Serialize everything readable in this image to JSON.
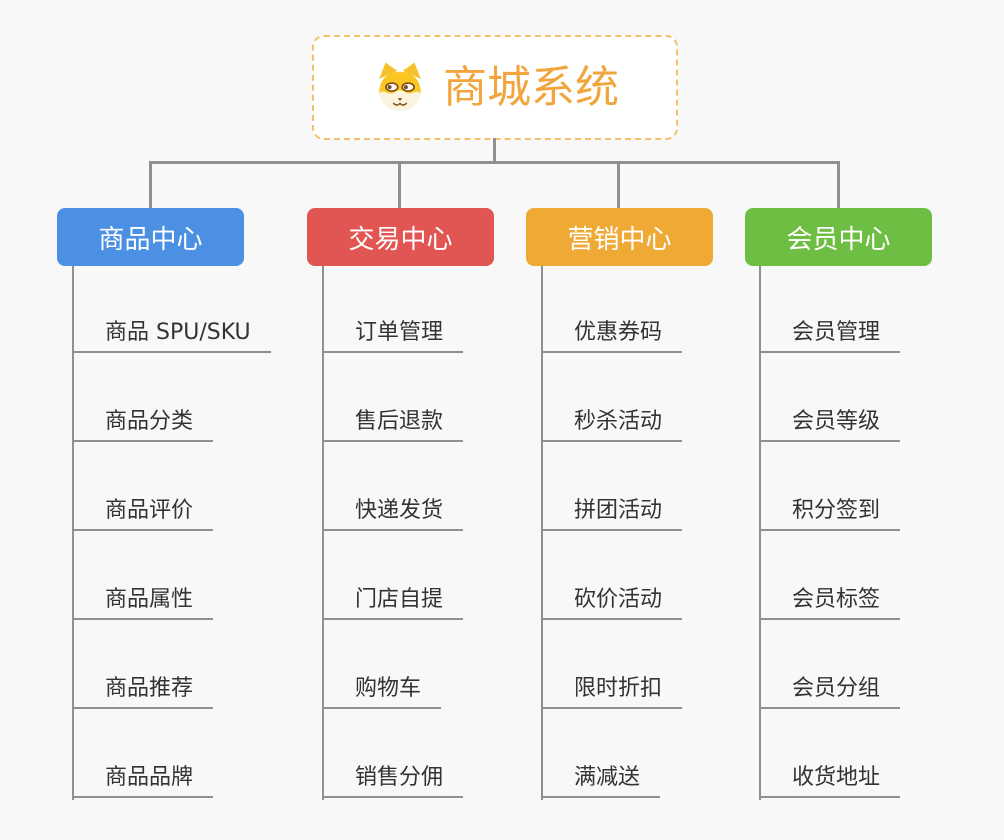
{
  "canvas": {
    "background": "#F8F8F8",
    "line_color": "#909090"
  },
  "root": {
    "title": "商城系统",
    "icon": "dog-icon",
    "text_color": "#F2A53C",
    "border_color": "#F3C06B",
    "background": "#FFFFFF"
  },
  "branches": [
    {
      "label": "商品中心",
      "color": "#4B90E2",
      "items": [
        "商品 SPU/SKU",
        "商品分类",
        "商品评价",
        "商品属性",
        "商品推荐",
        "商品品牌"
      ]
    },
    {
      "label": "交易中心",
      "color": "#E15652",
      "items": [
        "订单管理",
        "售后退款",
        "快递发货",
        "门店自提",
        "购物车",
        "销售分佣"
      ]
    },
    {
      "label": "营销中心",
      "color": "#EFA935",
      "items": [
        "优惠券码",
        "秒杀活动",
        "拼团活动",
        "砍价活动",
        "限时折扣",
        "满减送"
      ]
    },
    {
      "label": "会员中心",
      "color": "#6FBE44",
      "items": [
        "会员管理",
        "会员等级",
        "积分签到",
        "会员标签",
        "会员分组",
        "收货地址"
      ]
    }
  ]
}
